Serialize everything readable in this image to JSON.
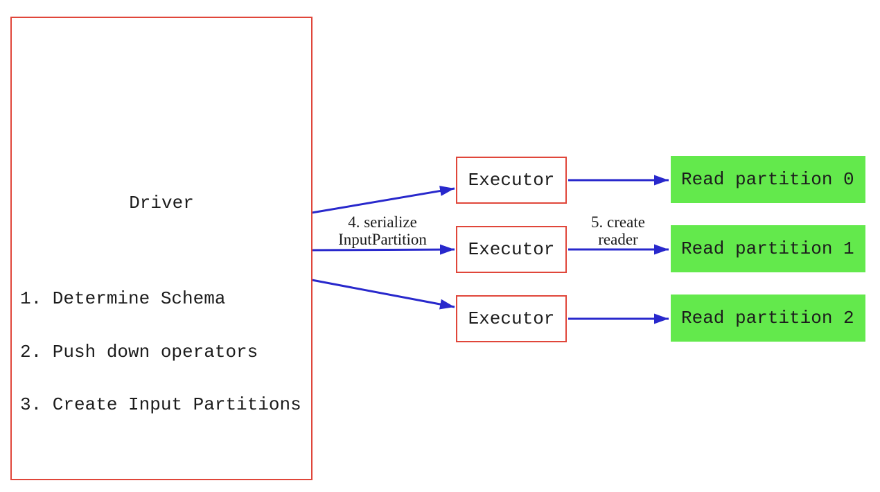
{
  "colors": {
    "border_red": "#e0463a",
    "arrow_blue": "#2828cc",
    "partition_green": "#63e94c",
    "text_ink": "#1c1c1c"
  },
  "driver": {
    "title": "Driver",
    "steps": [
      "1. Determine Schema",
      "2. Push down operators",
      "3. Create Input Partitions"
    ]
  },
  "executors": [
    "Executor",
    "Executor",
    "Executor"
  ],
  "partitions": [
    "Read partition 0",
    "Read partition 1",
    "Read partition 2"
  ],
  "edge_labels": {
    "serialize_line1": "4. serialize",
    "serialize_line2": "InputPartition",
    "reader_line1": "5. create",
    "reader_line2": "reader"
  }
}
